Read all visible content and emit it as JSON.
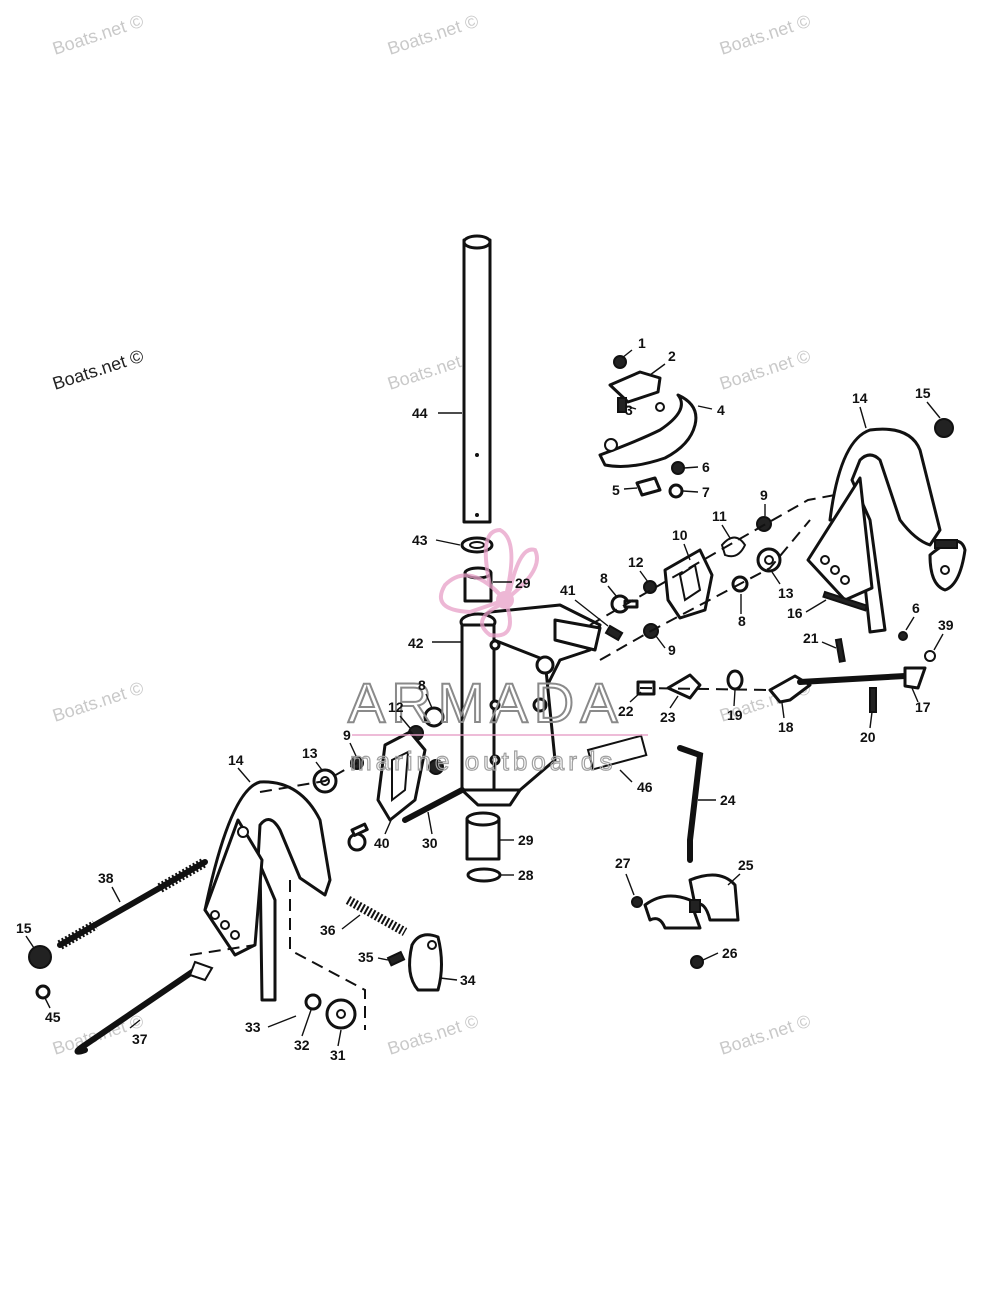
{
  "watermarks": [
    "Boats.net ©",
    "Boats.net ©",
    "Boats.net ©",
    "Boats.net ©",
    "Boats.net ©",
    "Boats.net ©",
    "Boats.net ©",
    "Boats.net ©",
    "Boats.net ©",
    "Boats.net ©",
    "Boats.net ©"
  ],
  "brand": {
    "name": "ARMADA",
    "tagline": "marine outboards",
    "accent": "#e8a0c8"
  },
  "labels": [
    "1",
    "2",
    "3",
    "4",
    "5",
    "6",
    "7",
    "8",
    "9",
    "10",
    "11",
    "12",
    "13",
    "14",
    "15",
    "16",
    "17",
    "18",
    "19",
    "20",
    "21",
    "22",
    "23",
    "24",
    "25",
    "26",
    "27",
    "28",
    "29",
    "29",
    "30",
    "31",
    "32",
    "33",
    "34",
    "35",
    "36",
    "37",
    "38",
    "39",
    "40",
    "41",
    "42",
    "43",
    "44",
    "45",
    "46",
    "14",
    "15",
    "6",
    "8",
    "9",
    "12",
    "13",
    "8",
    "9"
  ],
  "colors": {
    "line": "#111111",
    "watermark": "#c9c9c9",
    "background": "#ffffff"
  }
}
